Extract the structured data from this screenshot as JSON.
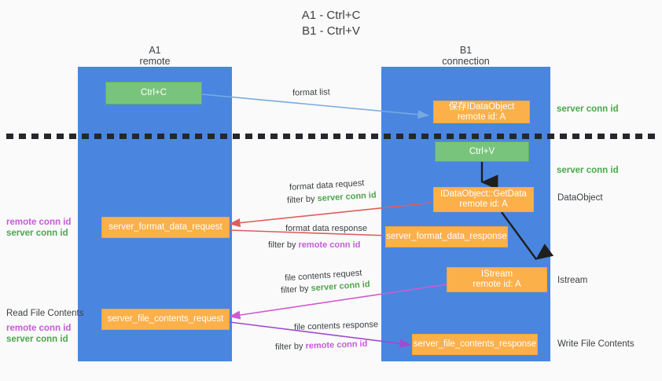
{
  "title": {
    "line1": "A1 - Ctrl+C",
    "line2": "B1 - Ctrl+V"
  },
  "lanes": [
    {
      "id": "a1",
      "name": "A1",
      "sub": "remote",
      "color": "#4a86e0"
    },
    {
      "id": "b1",
      "name": "B1",
      "sub": "connection",
      "color": "#4a86e0"
    }
  ],
  "colors": {
    "lane_blue": "#4a86e0",
    "box_green": "#79c47c",
    "box_orange": "#fcb04a",
    "server_conn_green": "#4ca64c",
    "remote_conn_purple": "#c45cd6",
    "arrow_blue": "#79a9e0",
    "arrow_red": "#e05c5c",
    "arrow_magenta": "#d05ad0",
    "arrow_purple": "#a04ad0",
    "arrow_black": "#1f1f1f",
    "divider": "#26272b",
    "background": "#fafafa"
  },
  "boxes": {
    "ctrl_c": {
      "label": "Ctrl+C",
      "style": "green"
    },
    "save_idataobject": {
      "line1": "保存IDataObject",
      "line2": "remote id: A",
      "style": "orange"
    },
    "ctrl_v": {
      "label": "Ctrl+V",
      "style": "green"
    },
    "getdata": {
      "line1": "IDataObject::GetData",
      "line2": "remote id: A",
      "style": "orange"
    },
    "server_format_data_request": {
      "label": "server_format_data_request",
      "style": "orange"
    },
    "server_format_data_response": {
      "label": "server_format_data_response",
      "style": "orange"
    },
    "istream": {
      "line1": "IStream",
      "line2": "remote id: A",
      "style": "orange"
    },
    "server_file_contents_request": {
      "label": "server_file_contents_request",
      "style": "orange"
    },
    "server_file_contents_response": {
      "label": "server_file_contents_response",
      "style": "orange"
    }
  },
  "edge_labels": {
    "format_list": "format list",
    "format_data_request": "format data request",
    "format_data_request_filter_prefix": "filter by ",
    "format_data_request_filter_key": "server conn id",
    "format_data_response": "format data response",
    "format_data_response_filter_prefix": "filter by ",
    "format_data_response_filter_key": "remote conn id",
    "file_contents_request": "file contents request",
    "file_contents_request_filter_prefix": "filter by ",
    "file_contents_request_filter_key": "server conn id",
    "file_contents_response": "file contents response",
    "file_contents_response_filter_prefix": "filter by ",
    "file_contents_response_filter_key": "remote conn id"
  },
  "right_notes": {
    "server_conn_id_top": "server conn id",
    "server_conn_id_mid": "server conn id",
    "dataobject": "DataObject",
    "istream": "Istream",
    "write_file_contents": "Write File Contents"
  },
  "left_notes": {
    "remote_conn_id_1": "remote conn id",
    "server_conn_id_1": "server conn id",
    "read_file_contents": "Read File Contents",
    "remote_conn_id_2": "remote conn id",
    "server_conn_id_2": "server conn id"
  }
}
